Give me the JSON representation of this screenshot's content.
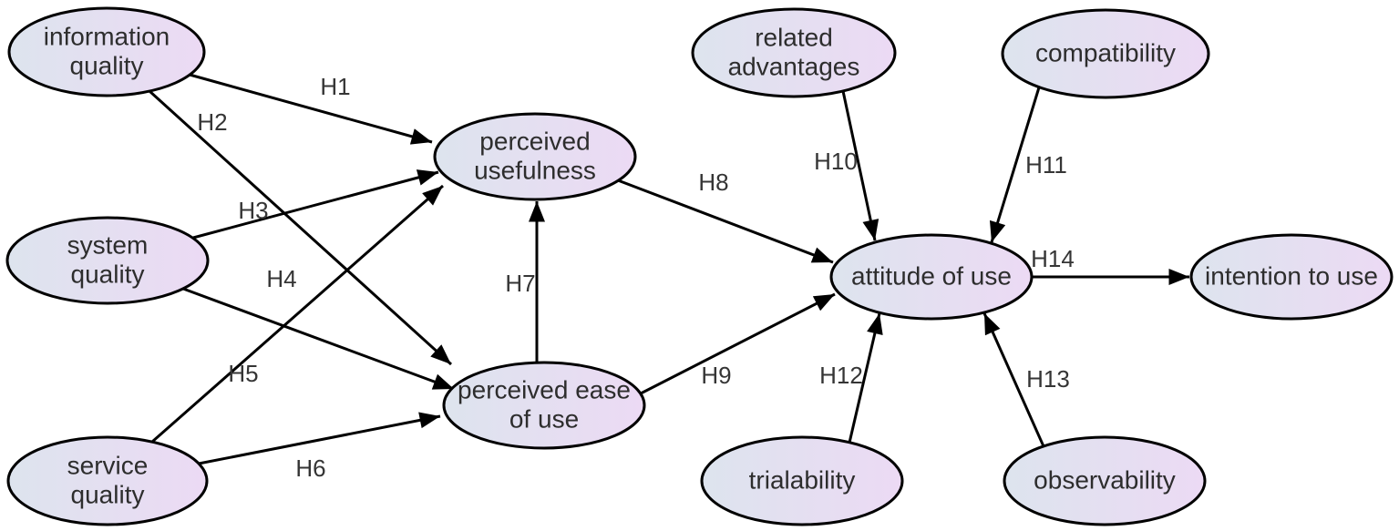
{
  "diagram": {
    "background_color": "#ffffff",
    "colors": {
      "node_fill_left": "#dde4ee",
      "node_fill_right": "#ecdaf4",
      "node_stroke": "#000000",
      "arrow_color": "#000000",
      "text_color": "#2d2d2d"
    },
    "nodes": {
      "information_quality": {
        "label": "information quality",
        "line1": "information",
        "line2": "quality"
      },
      "system_quality": {
        "label": "system quality",
        "line1": "system",
        "line2": "quality"
      },
      "service_quality": {
        "label": "service quality",
        "line1": "service",
        "line2": "quality"
      },
      "perceived_usefulness": {
        "label": "perceived usefulness",
        "line1": "perceived",
        "line2": "usefulness"
      },
      "perceived_ease_of_use": {
        "label": "perceived ease of use",
        "line1": "perceived ease",
        "line2": "of use"
      },
      "related_advantages": {
        "label": "related advantages",
        "line1": "related",
        "line2": "advantages"
      },
      "compatibility": {
        "label": "compatibility",
        "line1": "compatibility"
      },
      "attitude_of_use": {
        "label": "attitude of use",
        "line1": "attitude of use"
      },
      "trialability": {
        "label": "trialability",
        "line1": "trialability"
      },
      "observability": {
        "label": "observability",
        "line1": "observability"
      },
      "intention_to_use": {
        "label": "intention to use",
        "line1": "intention to use"
      }
    },
    "edges": {
      "h1": {
        "label": "H1",
        "from": "information quality",
        "to": "perceived usefulness"
      },
      "h2": {
        "label": "H2",
        "from": "information quality",
        "to": "perceived ease of use"
      },
      "h3": {
        "label": "H3",
        "from": "system quality",
        "to": "perceived usefulness"
      },
      "h4": {
        "label": "H4",
        "from": "system quality",
        "to": "perceived ease of use"
      },
      "h5": {
        "label": "H5",
        "from": "service quality",
        "to": "perceived usefulness"
      },
      "h6": {
        "label": "H6",
        "from": "service quality",
        "to": "perceived ease of use"
      },
      "h7": {
        "label": "H7",
        "from": "perceived ease of use",
        "to": "perceived usefulness"
      },
      "h8": {
        "label": "H8",
        "from": "perceived usefulness",
        "to": "attitude of use"
      },
      "h9": {
        "label": "H9",
        "from": "perceived ease of use",
        "to": "attitude of use"
      },
      "h10": {
        "label": "H10",
        "from": "related advantages",
        "to": "attitude of use"
      },
      "h11": {
        "label": "H11",
        "from": "compatibility",
        "to": "attitude of use"
      },
      "h12": {
        "label": "H12",
        "from": "trialability",
        "to": "attitude of use"
      },
      "h13": {
        "label": "H13",
        "from": "observability",
        "to": "attitude of use"
      },
      "h14": {
        "label": "H14",
        "from": "attitude of use",
        "to": "intention to use"
      }
    }
  }
}
